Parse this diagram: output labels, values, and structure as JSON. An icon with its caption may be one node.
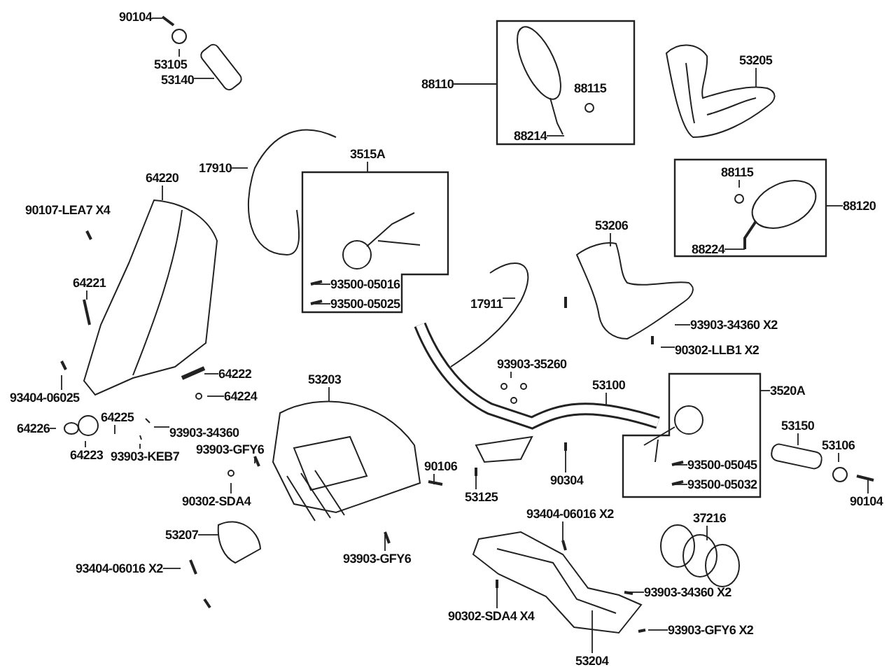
{
  "diagram": {
    "nodes": [
      {
        "text": [
          "90104"
        ]
      },
      {
        "text": [
          "88110"
        ]
      },
      {
        "text": [],
        "shape": "box"
      },
      {
        "text": [
          "88115"
        ],
        "in": 2
      },
      {
        "text": [
          "88214"
        ],
        "in": 2
      },
      {
        "text": [
          "53205"
        ]
      },
      {
        "text": [
          "53105"
        ]
      },
      {
        "text": [
          "53140"
        ]
      },
      {
        "text": [
          "3515A"
        ]
      },
      {
        "text": [],
        "shape": "box"
      },
      {
        "text": [
          "93500-05016"
        ],
        "in": 9
      },
      {
        "text": [
          "93500-05025"
        ],
        "in": 9
      },
      {
        "text": [
          "17910"
        ]
      },
      {
        "text": [
          "64220"
        ]
      },
      {
        "text": [],
        "shape": "box"
      },
      {
        "text": [
          "88115"
        ],
        "in": 14
      },
      {
        "text": [
          "88224"
        ],
        "in": 14
      },
      {
        "text": [
          "88120"
        ]
      },
      {
        "text": [
          "53206"
        ]
      },
      {
        "text": [
          "64221"
        ]
      },
      {
        "text": [
          "17911"
        ]
      },
      {
        "text": [
          "93903-34360 X2"
        ]
      },
      {
        "text": [
          "90302-LLB1 X2"
        ]
      },
      {
        "text": [
          "93903-35260"
        ]
      },
      {
        "text": [
          "64222"
        ]
      },
      {
        "text": [
          "53203"
        ]
      },
      {
        "text": [
          "53100"
        ]
      },
      {
        "text": [
          "3520A"
        ]
      },
      {
        "text": [],
        "shape": "box"
      },
      {
        "text": [
          "93500-05045"
        ],
        "in": 28
      },
      {
        "text": [
          "93500-05032"
        ],
        "in": 28
      },
      {
        "text": [
          "64224"
        ]
      },
      {
        "text": [
          "93404-06025"
        ]
      },
      {
        "text": [
          "53150"
        ]
      },
      {
        "text": [
          "64225"
        ]
      },
      {
        "text": [
          "64226"
        ]
      },
      {
        "text": [
          "93903-34360"
        ]
      },
      {
        "text": [
          "93903-KEB7"
        ]
      },
      {
        "text": [
          "93903-GFY6"
        ]
      },
      {
        "text": [
          "53106"
        ]
      },
      {
        "text": [
          "64223"
        ]
      },
      {
        "text": [
          "90106"
        ]
      },
      {
        "text": [
          "90302-SDA4"
        ]
      },
      {
        "text": [
          "53125"
        ]
      },
      {
        "text": [
          "90304"
        ]
      },
      {
        "text": [
          "90104"
        ]
      },
      {
        "text": [
          "93404-06016 X2"
        ]
      },
      {
        "text": [
          "53207"
        ]
      },
      {
        "text": [
          "37216"
        ]
      },
      {
        "text": [
          "93903-GFY6"
        ]
      },
      {
        "text": [
          "93404-06016 X2"
        ]
      },
      {
        "text": [
          "93903-34360 X2"
        ]
      },
      {
        "text": [
          "90302-SDA4 X4"
        ]
      },
      {
        "text": [
          "93903-GFY6 X2"
        ]
      },
      {
        "text": [
          "53204"
        ]
      }
    ],
    "edges": [
      {
        "from": 0,
        "to": null,
        "arrow": "none"
      },
      {
        "from": 1,
        "to": 2,
        "arrow": "none"
      },
      {
        "from": 4,
        "to": null,
        "arrow": "none"
      },
      {
        "from": 5,
        "to": null,
        "arrow": "none"
      },
      {
        "from": 6,
        "to": null,
        "arrow": "none"
      },
      {
        "from": 7,
        "to": null,
        "arrow": "none"
      },
      {
        "from": 8,
        "to": 9,
        "arrow": "none"
      },
      {
        "from": 10,
        "to": null,
        "arrow": "none"
      },
      {
        "from": 11,
        "to": null,
        "arrow": "none"
      },
      {
        "from": 12,
        "to": null,
        "arrow": "none"
      },
      {
        "from": 13,
        "to": null,
        "arrow": "none"
      },
      {
        "from": 15,
        "to": null,
        "arrow": "none"
      },
      {
        "from": 16,
        "to": null,
        "arrow": "none"
      },
      {
        "from": 17,
        "to": 14,
        "arrow": "none"
      },
      {
        "from": 18,
        "to": null,
        "arrow": "none"
      },
      {
        "from": 19,
        "to": null,
        "arrow": "none"
      },
      {
        "from": 20,
        "to": null,
        "arrow": "none"
      },
      {
        "from": 21,
        "to": null,
        "arrow": "none"
      },
      {
        "from": 22,
        "to": null,
        "arrow": "none"
      },
      {
        "from": 23,
        "to": null,
        "arrow": "none"
      },
      {
        "from": 24,
        "to": null,
        "arrow": "none"
      },
      {
        "from": 25,
        "to": null,
        "arrow": "none"
      },
      {
        "from": 26,
        "to": null,
        "arrow": "none"
      },
      {
        "from": 27,
        "to": 28,
        "arrow": "none"
      },
      {
        "from": 29,
        "to": null,
        "arrow": "none"
      },
      {
        "from": 30,
        "to": null,
        "arrow": "none"
      },
      {
        "from": 31,
        "to": null,
        "arrow": "none"
      },
      {
        "from": 32,
        "to": null,
        "arrow": "none"
      },
      {
        "from": 33,
        "to": null,
        "arrow": "none"
      },
      {
        "from": 34,
        "to": null,
        "arrow": "none"
      },
      {
        "from": 35,
        "to": null,
        "arrow": "none"
      },
      {
        "from": 36,
        "to": null,
        "arrow": "none"
      },
      {
        "from": 37,
        "to": null,
        "arrow": "none"
      },
      {
        "from": 38,
        "to": null,
        "arrow": "none"
      },
      {
        "from": 39,
        "to": null,
        "arrow": "none"
      },
      {
        "from": 40,
        "to": null,
        "arrow": "none"
      },
      {
        "from": 41,
        "to": null,
        "arrow": "none"
      },
      {
        "from": 42,
        "to": null,
        "arrow": "none"
      },
      {
        "from": 43,
        "to": null,
        "arrow": "none"
      },
      {
        "from": 44,
        "to": null,
        "arrow": "none"
      },
      {
        "from": 45,
        "to": null,
        "arrow": "none"
      },
      {
        "from": 46,
        "to": null,
        "arrow": "none"
      },
      {
        "from": 47,
        "to": null,
        "arrow": "none"
      },
      {
        "from": 48,
        "to": null,
        "arrow": "none"
      },
      {
        "from": 49,
        "to": null,
        "arrow": "none"
      },
      {
        "from": 50,
        "to": null,
        "arrow": "none"
      },
      {
        "from": 51,
        "to": null,
        "arrow": "none"
      },
      {
        "from": 52,
        "to": null,
        "arrow": "none"
      },
      {
        "from": 53,
        "to": null,
        "arrow": "none"
      },
      {
        "from": 54,
        "to": null,
        "arrow": "none"
      }
    ],
    "labels": [
      "90107-LEA7 X4"
    ]
  }
}
